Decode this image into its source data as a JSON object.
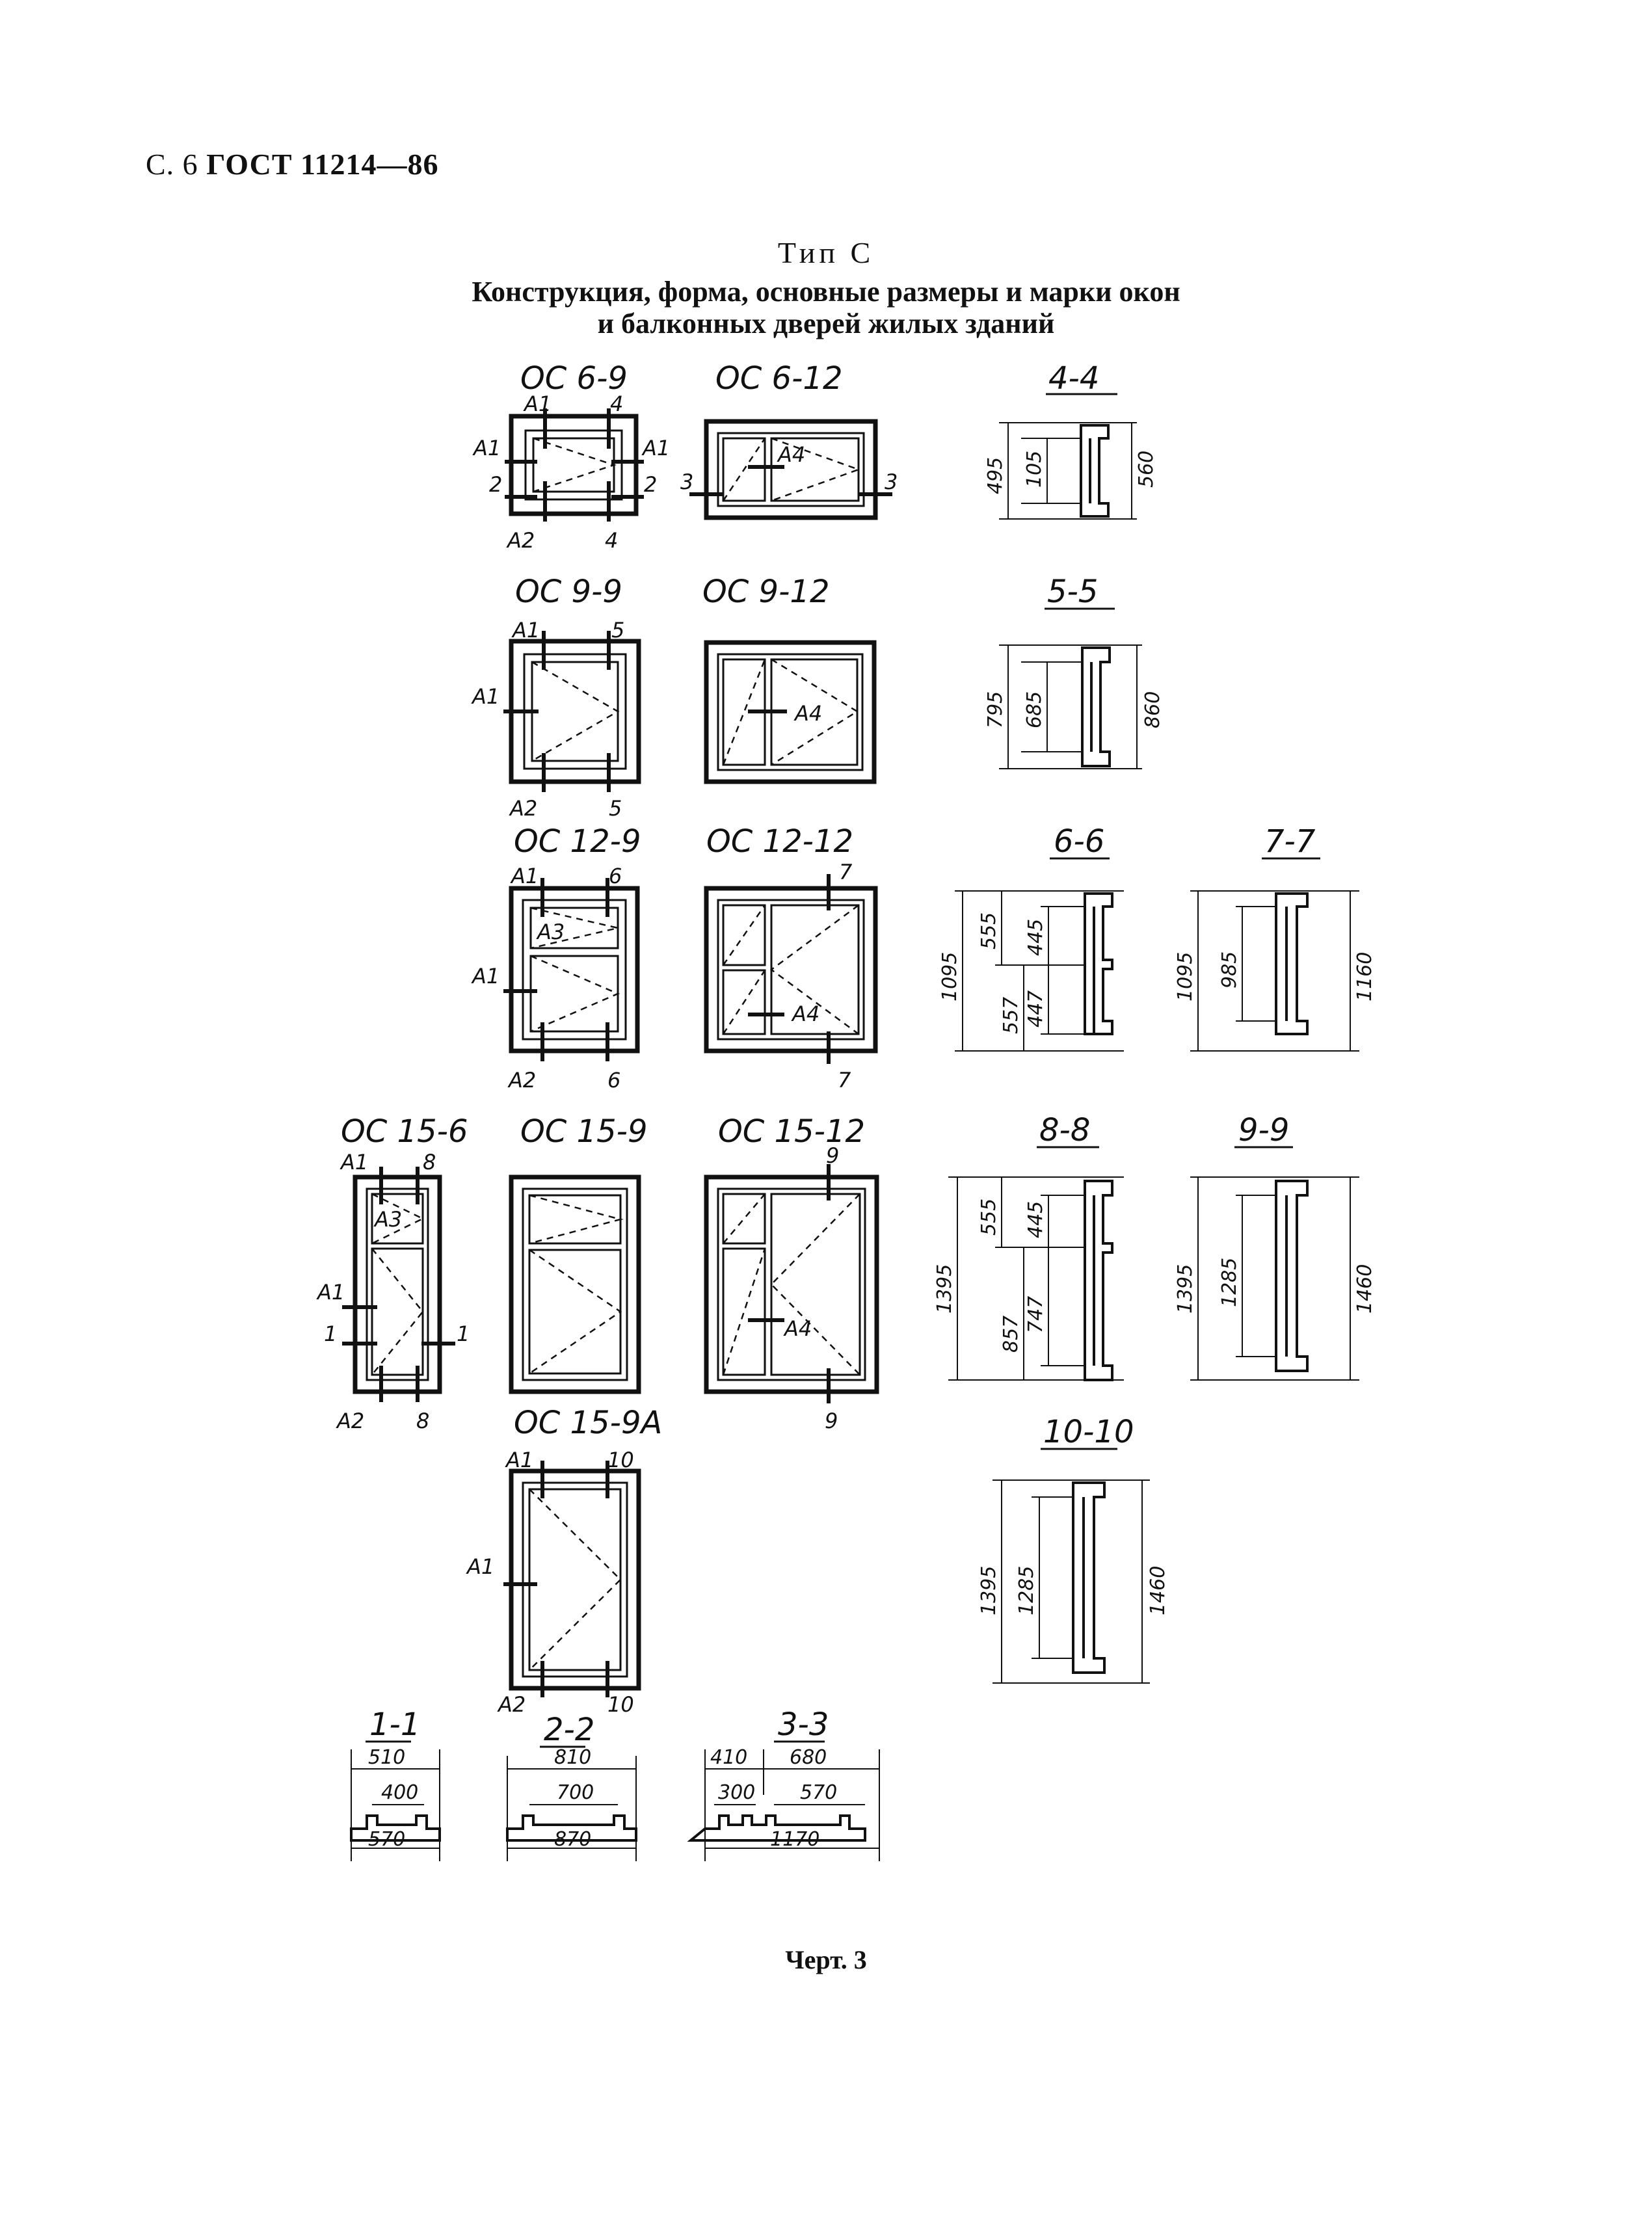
{
  "header": {
    "page": "С. 6",
    "standard": "ГОСТ 11214—86"
  },
  "title": {
    "type": "Тип С",
    "line1": "Конструкция, форма, основные размеры и марки окон",
    "line2": "и балконных дверей жилых зданий"
  },
  "windows": [
    {
      "mark": "ОС 6-9",
      "labels": [
        "А1",
        "4",
        "А1",
        "А1",
        "2",
        "2",
        "А2",
        "4"
      ]
    },
    {
      "mark": "ОС 6-12",
      "labels": [
        "А4",
        "3",
        "3"
      ]
    },
    {
      "mark": "ОС 9-9",
      "labels": [
        "А1",
        "5",
        "А1",
        "А2",
        "5"
      ]
    },
    {
      "mark": "ОС 9-12",
      "labels": [
        "А4"
      ]
    },
    {
      "mark": "ОС 12-9",
      "labels": [
        "А1",
        "6",
        "А3",
        "А1",
        "А2",
        "6"
      ]
    },
    {
      "mark": "ОС 12-12",
      "labels": [
        "7",
        "А4",
        "7"
      ]
    },
    {
      "mark": "ОС 15-6",
      "labels": [
        "А1",
        "8",
        "А3",
        "А1",
        "1",
        "1",
        "А2",
        "8"
      ]
    },
    {
      "mark": "ОС 15-9",
      "labels": []
    },
    {
      "mark": "ОС 15-12",
      "labels": [
        "9",
        "А4",
        "9"
      ]
    },
    {
      "mark": "ОС 15-9А",
      "labels": [
        "А1",
        "10",
        "А1",
        "А2",
        "10"
      ]
    }
  ],
  "sections_vertical": [
    {
      "mark": "4-4",
      "dims": [
        "495",
        "105",
        "560"
      ]
    },
    {
      "mark": "5-5",
      "dims": [
        "795",
        "685",
        "860"
      ]
    },
    {
      "mark": "6-6",
      "dims": [
        "1095",
        "555",
        "557",
        "445",
        "447"
      ]
    },
    {
      "mark": "7-7",
      "dims": [
        "1095",
        "985",
        "1160"
      ]
    },
    {
      "mark": "8-8",
      "dims": [
        "1395",
        "555",
        "857",
        "445",
        "747"
      ]
    },
    {
      "mark": "9-9",
      "dims": [
        "1395",
        "1285",
        "1460"
      ]
    },
    {
      "mark": "10-10",
      "dims": [
        "1395",
        "1285",
        "1460"
      ]
    }
  ],
  "sections_horizontal": [
    {
      "mark": "1-1",
      "dims": [
        "510",
        "400",
        "570"
      ]
    },
    {
      "mark": "2-2",
      "dims": [
        "810",
        "700",
        "870"
      ]
    },
    {
      "mark": "3-3",
      "dims": [
        "410",
        "680",
        "300",
        "570",
        "1170"
      ]
    }
  ],
  "caption": "Черт. 3"
}
